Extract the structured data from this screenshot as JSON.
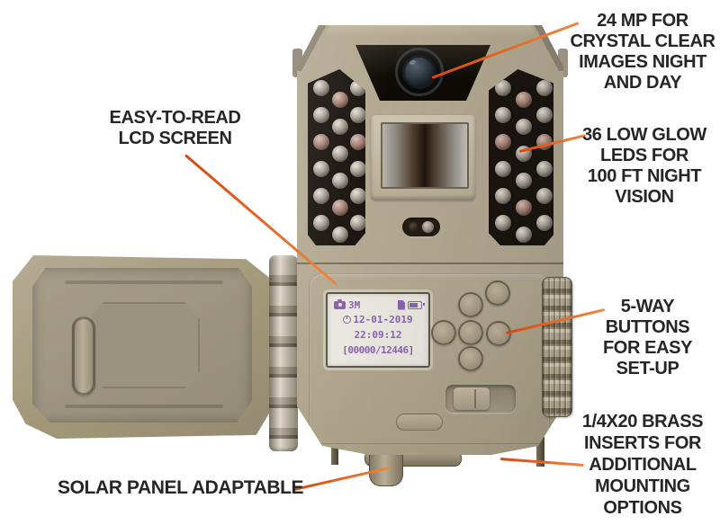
{
  "image": {
    "description": "Trail camera with open front door and feature callouts",
    "background": "#ffffff"
  },
  "colors": {
    "body_tan": "#aba189",
    "panel_dark": "#1a1510",
    "arrow_orange": "#e8571c",
    "callout_text": "#262626",
    "lcd_text": "#8a63ae",
    "lcd_background": "#e9e7df"
  },
  "callouts": {
    "megapixel": {
      "text": "24 MP FOR\nCRYSTAL CLEAR\nIMAGES NIGHT\nAND DAY"
    },
    "lcd": {
      "text": "EASY-TO-READ\nLCD SCREEN"
    },
    "leds": {
      "text": "36 LOW GLOW\nLEDS FOR\n100 FT NIGHT\nVISION"
    },
    "buttons": {
      "text": "5-WAY\nBUTTONS\nFOR EASY\nSET-UP"
    },
    "brass": {
      "text": "1/4X20 BRASS\nINSERTS FOR\nADDITIONAL\nMOUNTING\nOPTIONS"
    },
    "solar": {
      "text": "SOLAR PANEL ADAPTABLE"
    }
  },
  "lcd_screen": {
    "mode_icon": "camera-icon",
    "mode_value": "3M",
    "status_icons": [
      "sd-card-icon",
      "battery-icon"
    ],
    "date_icon": "clock-icon",
    "date": "12-01-2019",
    "time": "22:09:12",
    "counter": "[00000/12446]"
  },
  "leds": {
    "total": 36,
    "per_panel": 18
  }
}
